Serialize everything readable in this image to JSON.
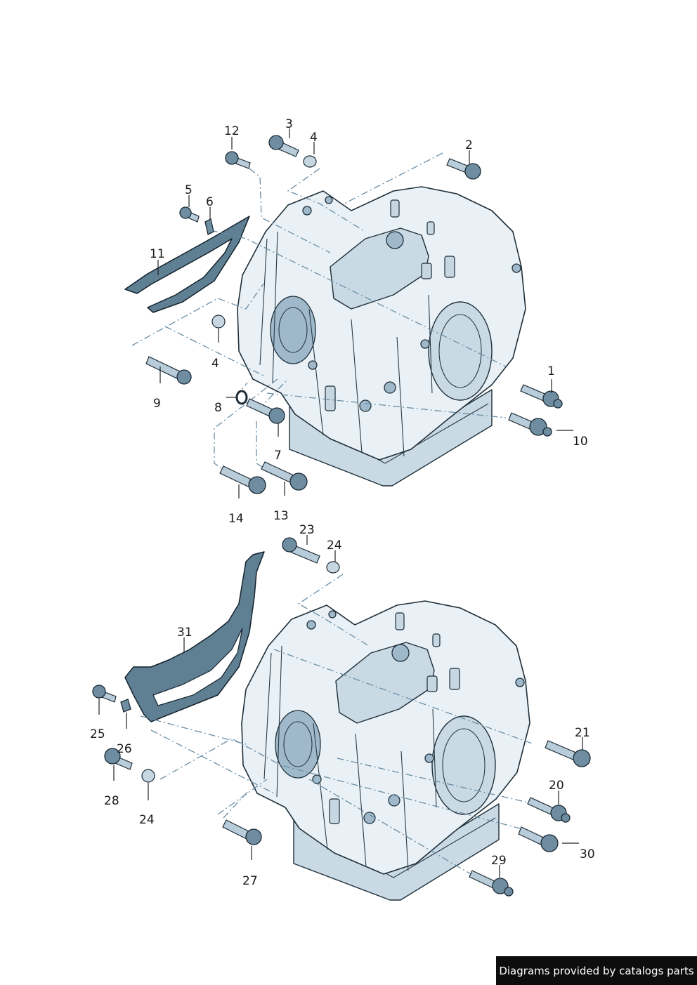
{
  "credit": "Diagrams provided by catalogs parts",
  "callouts_upper": [
    "12",
    "3",
    "4",
    "2",
    "5",
    "6",
    "11",
    "4",
    "9",
    "1",
    "8",
    "10",
    "7",
    "14",
    "13"
  ],
  "callouts_lower": [
    "23",
    "24",
    "31",
    "25",
    "26",
    "21",
    "28",
    "24",
    "20",
    "30",
    "27",
    "29"
  ]
}
